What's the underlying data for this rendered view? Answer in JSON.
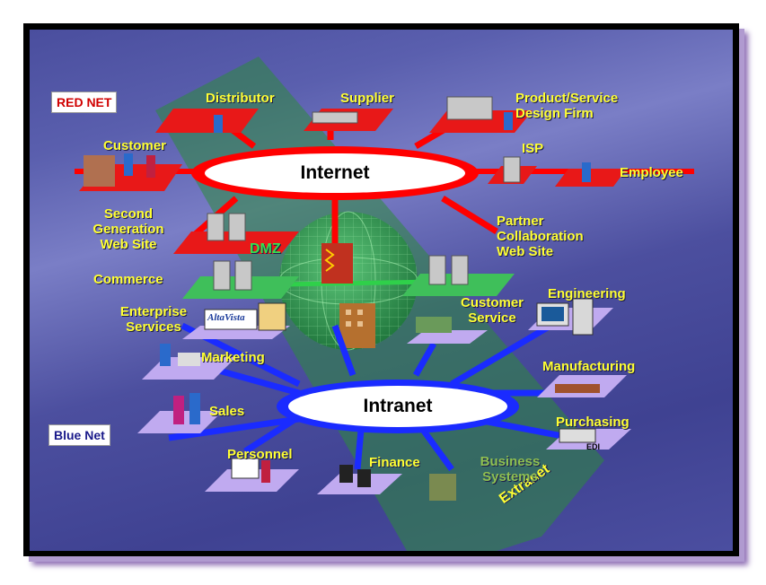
{
  "badges": {
    "red_net": "RED NET",
    "blue_net": "Blue Net"
  },
  "hubs": {
    "internet": "Internet",
    "intranet": "Intranet"
  },
  "zones": {
    "dmz": "DMZ",
    "extranet": "Extranet"
  },
  "red_nodes": {
    "distributor": "Distributor",
    "supplier": "Supplier",
    "product_service": "Product/Service\nDesign Firm",
    "customer": "Customer",
    "isp": "ISP",
    "employee": "Employee",
    "second_gen": "Second\nGeneration\nWeb Site",
    "partner": "Partner\nCollaboration\nWeb Site",
    "commerce": "Commerce"
  },
  "blue_nodes": {
    "customer_service": "Customer\nService",
    "engineering": "Engineering",
    "enterprise_services": "Enterprise\nServices",
    "marketing": "Marketing",
    "manufacturing": "Manufacturing",
    "sales": "Sales",
    "purchasing": "Purchasing",
    "personnel": "Personnel",
    "finance": "Finance",
    "business_systems": "Business\nSystems"
  },
  "icons": {
    "altavista_logo": "AltaVista",
    "edi_label": "EDI"
  },
  "colors": {
    "red_net": "#ff0000",
    "blue_net": "#1a2bff",
    "extranet": "#2e8a3c",
    "label": "#ffff33",
    "platform_red": "#e81818",
    "platform_violet": "#c0aaf0",
    "platform_green": "#3fbf5a"
  }
}
